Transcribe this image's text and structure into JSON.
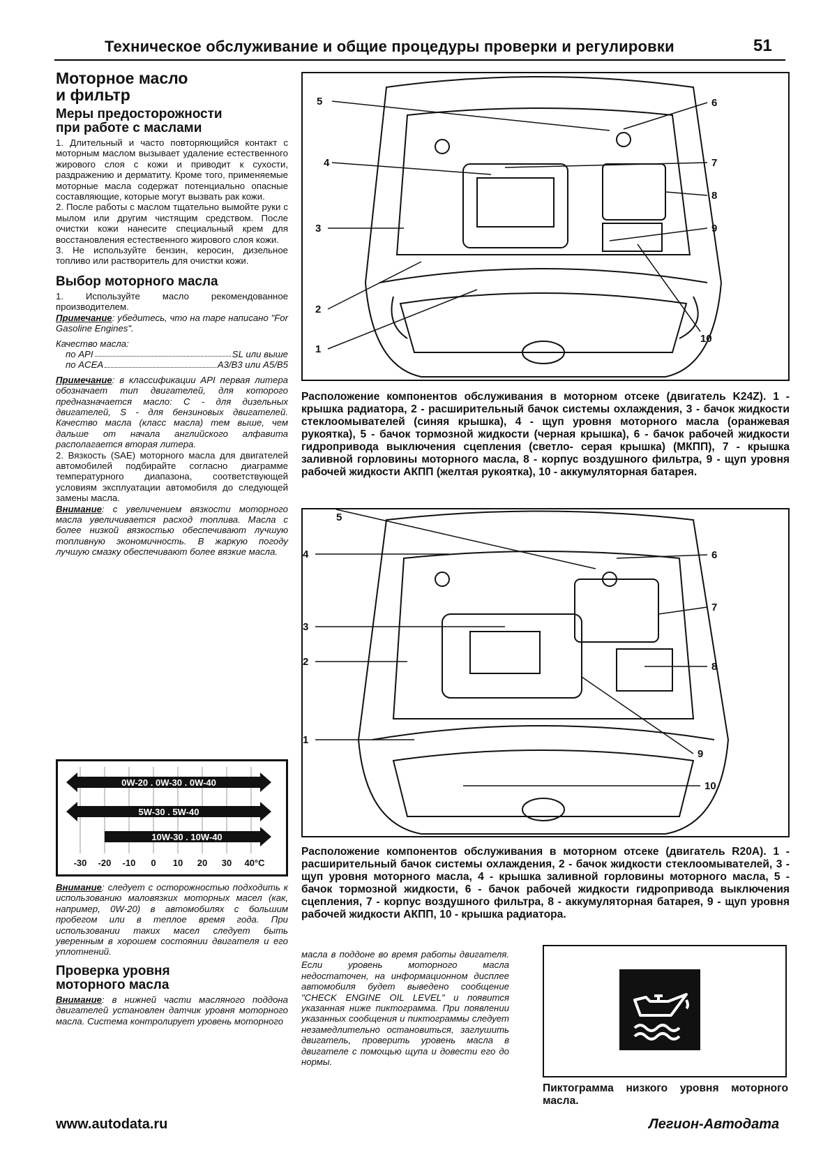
{
  "header": {
    "title": "Техническое обслуживание и общие процедуры проверки и регулировки",
    "page_number": "51"
  },
  "left": {
    "title_line1": "Моторное масло",
    "title_line2": "и фильтр",
    "precautions_h1": "Меры предосторожности",
    "precautions_h2": "при работе с маслами",
    "prec_p1": "1. Длительный и часто повторяющийся контакт с моторным маслом вызывает удаление естественного жирового слоя с кожи и приводит к сухости, раздражению и дерматиту. Кроме того, применяемые моторные масла содержат потенциально опасные составляющие, которые могут вызвать рак кожи.",
    "prec_p2": "2. После работы с маслом тщательно вымойте руки с мылом или другим чистящим средством. После очистки кожи нанесите специальный крем для восстановления естественного жирового слоя кожи.",
    "prec_p3": "3. Не используйте бензин, керосин, дизельное топливо или растворитель для очистки кожи.",
    "choice_h": "Выбор моторного масла",
    "choice_p1": "1. Используйте масло рекомендованное производителем.",
    "note_label": "Примечание",
    "note1_text": ": убедитесь, что на таре написано \"For Gasoline Engines\".",
    "quality_label": "Качество масла:",
    "api_label": "по API",
    "api_value": "SL или выше",
    "acea_label": "по ACEA",
    "acea_value": "A3/B3 или A5/B5",
    "note2_text": ": в классификации API первая литера обозначает тип двигателей, для которого предназначается масло: C - для дизельных двигателей, S - для бензиновых двигателей. Качество масла (класс масла) тем выше, чем дальше от начала английского алфавита располагается вторая литера.",
    "choice_p2": "2. Вязкость (SAE) моторного масла для двигателей автомобилей подбирайте согласно диаграмме температурного диапазона, соответствующей условиям эксплуатации автомобиля до следующей замены масла.",
    "warning_label": "Внимание",
    "warning1_text": ": с увеличением вязкости моторного масла увеличивается расход топлива. Масла с более низкой вязкостью обеспечивают лучшую топливную экономичность. В жаркую погоду лучшую смазку обеспечивают более вязкие масла.",
    "warning2_text": ": следует с осторожностью подходить к использованию маловязких моторных масел (как, например, 0W-20) в автомобилях с большим пробегом или в теплое время года. При использовании таких масел следует быть уверенным в хорошем состоянии двигателя и его уплотнений.",
    "level_h1": "Проверка уровня",
    "level_h2": "моторного масла",
    "warning3_text": ": в нижней части масляного поддона двигателей установлен датчик уровня моторного масла. Система контролирует уровень моторного"
  },
  "viscosity": {
    "arrows": [
      "0W-20 . 0W-30 . 0W-40",
      "5W-30 . 5W-40",
      "10W-30 . 10W-40"
    ],
    "scale": [
      "-30",
      "-20",
      "-10",
      "0",
      "10",
      "20",
      "30",
      "40°C"
    ]
  },
  "diagram1": {
    "callouts": [
      "1",
      "2",
      "3",
      "4",
      "5",
      "6",
      "7",
      "8",
      "9",
      "10"
    ],
    "caption": "Расположение компонентов обслуживания в моторном отсеке (двигатель K24Z). 1 - крышка радиатора, 2 - расширительный бачок системы охлаждения, 3 - бачок жидкости стеклоомывателей (синяя крышка), 4 - щуп уровня моторного масла (оранжевая рукоятка), 5 - бачок тормозной жидкости (черная крышка), 6 - бачок рабочей жидкости гидропривода выключения сцепления (светло- серая крышка) (МКПП), 7 - крышка заливной горловины моторного масла, 8 - корпус воздушного фильтра, 9 - щуп уровня рабочей жидкости АКПП (желтая рукоятка), 10 - аккумуляторная батарея."
  },
  "diagram2": {
    "callouts": [
      "1",
      "2",
      "3",
      "4",
      "5",
      "6",
      "7",
      "8",
      "9",
      "10"
    ],
    "caption": "Расположение компонентов обслуживания в моторном отсеке (двигатель R20A). 1 - расширительный бачок системы охлаждения, 2 - бачок жидкости стеклоомывателей, 3 - щуп уровня моторного масла, 4 - крышка заливной горловины моторного масла, 5 - бачок тормозной жидкости, 6 - бачок рабочей жидкости гидропривода выключения сцепления, 7 - корпус воздушного фильтра, 8 - аккумуляторная батарея, 9 - щуп уровня рабочей жидкости АКПП, 10 - крышка радиатора."
  },
  "middle_text": "масла в поддоне во время работы двигателя. Если уровень моторного масла недостаточен, на информационном дисплее автомобиля будет выведено сообщение \"CHECK ENGINE OIL LEVEL\" и появится указанная ниже пиктограмма. При появлении указанных сообщения и пиктограммы следует незамедлительно остановиться, заглушить двигатель, проверить уровень масла в двигателе с помощью щупа и довести его до нормы.",
  "icon_caption": "Пиктограмма низкого уровня моторного масла.",
  "footer": {
    "url": "www.autodata.ru",
    "publisher": "Легион-Автодата"
  }
}
